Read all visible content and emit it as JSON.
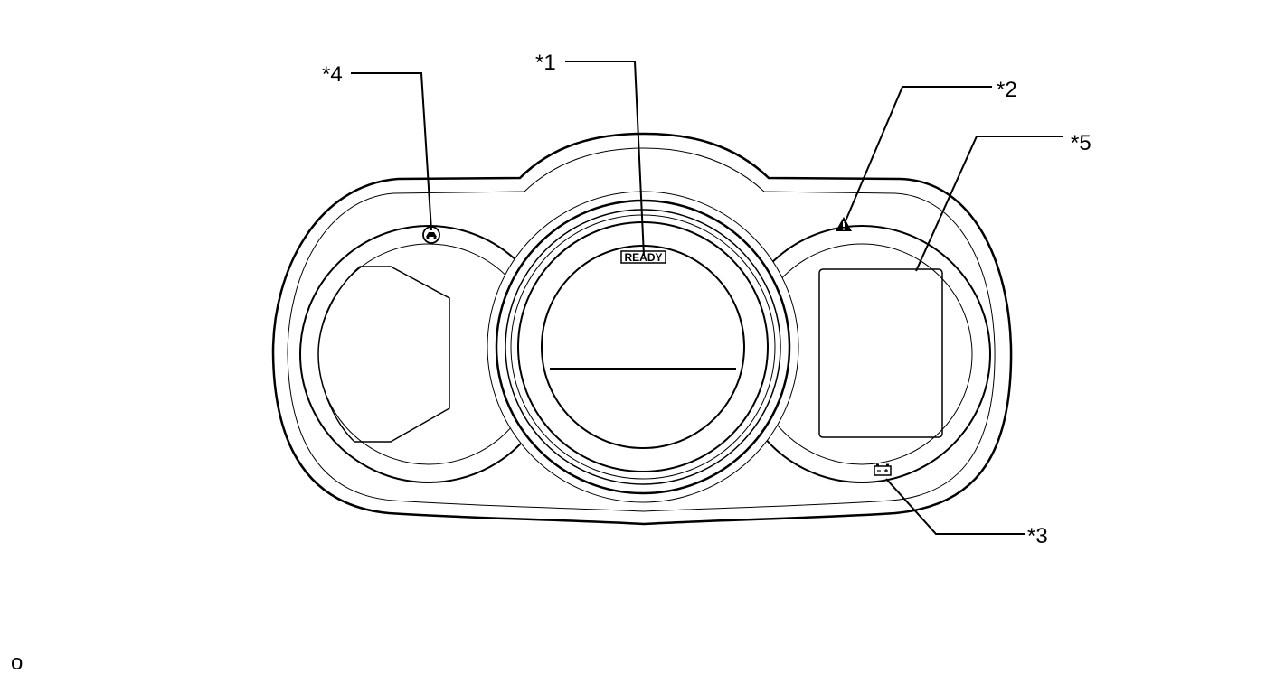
{
  "callouts": {
    "c1": "*1",
    "c2": "*2",
    "c3": "*3",
    "c4": "*4",
    "c5": "*5"
  },
  "indicators": {
    "ready": "READY",
    "ready_icon": "ready-indicator",
    "warning_icon": "master-warning-icon",
    "battery_icon": "battery-icon",
    "left_icon": "indicator-lamp-icon"
  },
  "corner_mark": "o",
  "colors": {
    "line": "#000000",
    "background": "#ffffff"
  }
}
